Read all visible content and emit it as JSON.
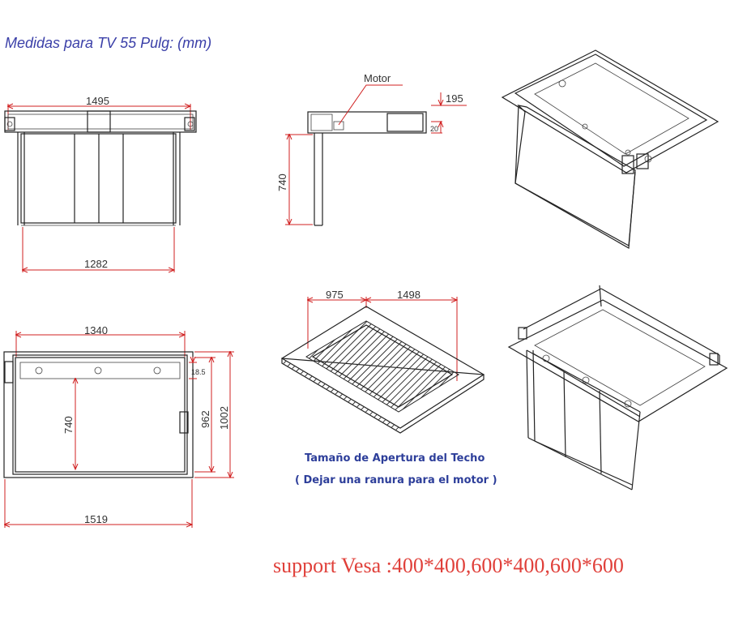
{
  "header": {
    "title": "Medidas para TV 55 Pulg:  (mm)"
  },
  "front_view": {
    "width_top": "1495",
    "width_bottom": "1282"
  },
  "side_view": {
    "motor_label": "Motor",
    "depth": "195",
    "small": "20",
    "height": "740"
  },
  "bottom_view": {
    "width_top": "1340",
    "width_bottom": "1519",
    "inner_height": "740",
    "height_a": "962",
    "height_b": "1002",
    "offset": "18.5"
  },
  "ceiling_opening": {
    "dim_a": "975",
    "dim_b": "1498",
    "caption": "Tamaño de Apertura del Techo",
    "note": "( Dejar una ranura para el  motor )"
  },
  "footer": {
    "vesa": "support Vesa :400*400,600*400,600*600"
  }
}
